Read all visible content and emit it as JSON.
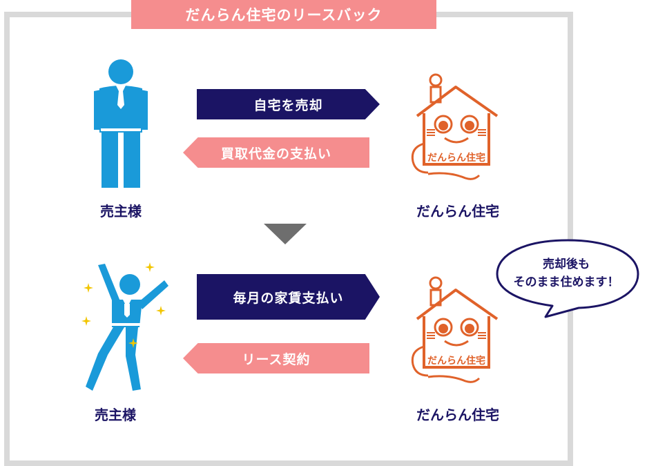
{
  "title": "だんらん住宅のリースバック",
  "top_section": {
    "person_label": "売主様",
    "company_label": "だんらん住宅",
    "arrow_right_label": "自宅を売却",
    "arrow_left_label": "買取代金の支払い"
  },
  "bottom_section": {
    "person_label": "売主様",
    "company_label": "だんらん住宅",
    "arrow_right_label": "毎月の家賃支払い",
    "arrow_left_label": "リース契約"
  },
  "speech_bubble": {
    "line1": "売却後も",
    "line2": "そのまま住めます！"
  },
  "mascot_text": "だんらん住宅",
  "colors": {
    "navy": "#1b1464",
    "pink": "#f58d8e",
    "person_blue": "#1a9ad9",
    "mascot_orange": "#e0622a",
    "frame_gray": "#d9d9d9",
    "sparkle_yellow": "#f2c500"
  }
}
